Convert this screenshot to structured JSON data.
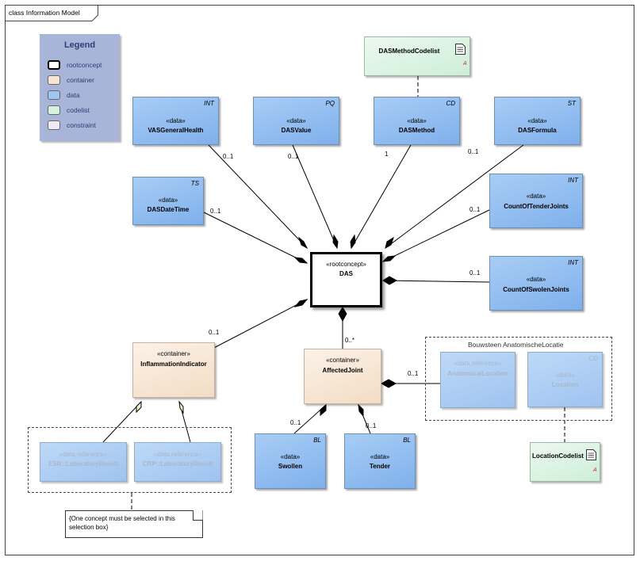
{
  "frame_title": "class Information Model",
  "legend": {
    "title": "Legend",
    "items": [
      {
        "label": "rootconcept",
        "color": "#ffffff"
      },
      {
        "label": "container",
        "color": "#f8e4d4"
      },
      {
        "label": "data",
        "color": "#9ec6f0"
      },
      {
        "label": "codelist",
        "color": "#d6f2df"
      },
      {
        "label": "constraint",
        "color": "#eeeaf6"
      }
    ]
  },
  "classes": {
    "das": {
      "stereotype": "«rootconcept»",
      "name": "DAS"
    },
    "vas": {
      "stereotype": "«data»",
      "name": "VASGeneralHealth",
      "type": "INT"
    },
    "dasvalue": {
      "stereotype": "«data»",
      "name": "DASValue",
      "type": "PQ"
    },
    "dasmethod": {
      "stereotype": "«data»",
      "name": "DASMethod",
      "type": "CD"
    },
    "dasformula": {
      "stereotype": "«data»",
      "name": "DASFormula",
      "type": "ST"
    },
    "dasdatetime": {
      "stereotype": "«data»",
      "name": "DASDateTime",
      "type": "TS"
    },
    "tender_joints": {
      "stereotype": "«data»",
      "name": "CountOfTenderJoints",
      "type": "INT"
    },
    "swollen_joints": {
      "stereotype": "«data»",
      "name": "CountOfSwolenJoints",
      "type": "INT"
    },
    "inflammation": {
      "stereotype": "«container»",
      "name": "InflammationIndicator"
    },
    "affected": {
      "stereotype": "«container»",
      "name": "AffectedJoint"
    },
    "swollen": {
      "stereotype": "«data»",
      "name": "Swollen",
      "type": "BL"
    },
    "tender": {
      "stereotype": "«data»",
      "name": "Tender",
      "type": "BL"
    },
    "esr": {
      "stereotype": "«data,reference»",
      "name": "ESR::LaboratoryResult"
    },
    "crp": {
      "stereotype": "«data,reference»",
      "name": "CRP::LaboratoryResult"
    },
    "anatomical": {
      "stereotype": "«data,reference»",
      "name": "AnatomicalLocation"
    },
    "location": {
      "stereotype": "«data»",
      "name": "Location",
      "type": "CD"
    },
    "method_codelist": {
      "name": "DASMethodCodelist",
      "icon_badge": "A"
    },
    "location_codelist": {
      "name": "LocationCodelist",
      "icon_badge": "A"
    }
  },
  "group_title": "Bouwsteen AnatomischeLocatie",
  "multiplicities": {
    "vas": "0..1",
    "dasvalue": "0..1",
    "dasmethod": "1",
    "dasformula": "0..1",
    "dasdatetime": "0..1",
    "tender_joints": "0..1",
    "swollen_joints": "0..1",
    "inflammation": "0..1",
    "affected": "0..*",
    "anatomical": "0..1",
    "swollen": "0..1",
    "tender": "0..1"
  },
  "note": "{One concept must be selected in this selection box}"
}
